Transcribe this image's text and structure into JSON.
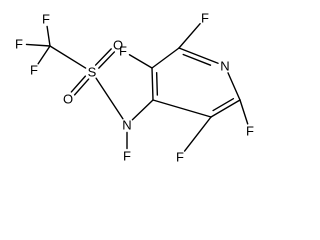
{
  "molecule": {
    "atoms": [
      {
        "id": "F1",
        "symbol": "F"
      },
      {
        "id": "F2",
        "symbol": "F"
      },
      {
        "id": "F3",
        "symbol": "F"
      },
      {
        "id": "C_CF3",
        "symbol": ""
      },
      {
        "id": "S",
        "symbol": "S"
      },
      {
        "id": "O1",
        "symbol": "O"
      },
      {
        "id": "O2",
        "symbol": "O"
      },
      {
        "id": "N_amide",
        "symbol": "N"
      },
      {
        "id": "F_N",
        "symbol": "F"
      },
      {
        "id": "C4",
        "symbol": ""
      },
      {
        "id": "C3",
        "symbol": ""
      },
      {
        "id": "F_C3",
        "symbol": "F"
      },
      {
        "id": "C2",
        "symbol": ""
      },
      {
        "id": "F_C2",
        "symbol": "F"
      },
      {
        "id": "N_ring",
        "symbol": "N"
      },
      {
        "id": "C6",
        "symbol": ""
      },
      {
        "id": "F_C6",
        "symbol": "F"
      },
      {
        "id": "C5",
        "symbol": ""
      },
      {
        "id": "F_C5",
        "symbol": "F"
      }
    ],
    "bonds": [
      {
        "a": "F1",
        "b": "C_CF3",
        "order": 1
      },
      {
        "a": "F2",
        "b": "C_CF3",
        "order": 1
      },
      {
        "a": "F3",
        "b": "C_CF3",
        "order": 1
      },
      {
        "a": "C_CF3",
        "b": "S",
        "order": 1
      },
      {
        "a": "S",
        "b": "O1",
        "order": 2
      },
      {
        "a": "S",
        "b": "O2",
        "order": 2
      },
      {
        "a": "S",
        "b": "N_amide",
        "order": 1
      },
      {
        "a": "N_amide",
        "b": "F_N",
        "order": 1
      },
      {
        "a": "N_amide",
        "b": "C4",
        "order": 1
      },
      {
        "a": "C4",
        "b": "C3",
        "order": 2
      },
      {
        "a": "C3",
        "b": "C2",
        "order": 1
      },
      {
        "a": "C2",
        "b": "N_ring",
        "order": 2
      },
      {
        "a": "N_ring",
        "b": "C6",
        "order": 1
      },
      {
        "a": "C6",
        "b": "C5",
        "order": 2
      },
      {
        "a": "C5",
        "b": "C4",
        "order": 1
      },
      {
        "a": "C3",
        "b": "F_C3",
        "order": 1
      },
      {
        "a": "C2",
        "b": "F_C2",
        "order": 1
      },
      {
        "a": "C6",
        "b": "F_C6",
        "order": 1
      },
      {
        "a": "C5",
        "b": "F_C5",
        "order": 1
      }
    ]
  }
}
